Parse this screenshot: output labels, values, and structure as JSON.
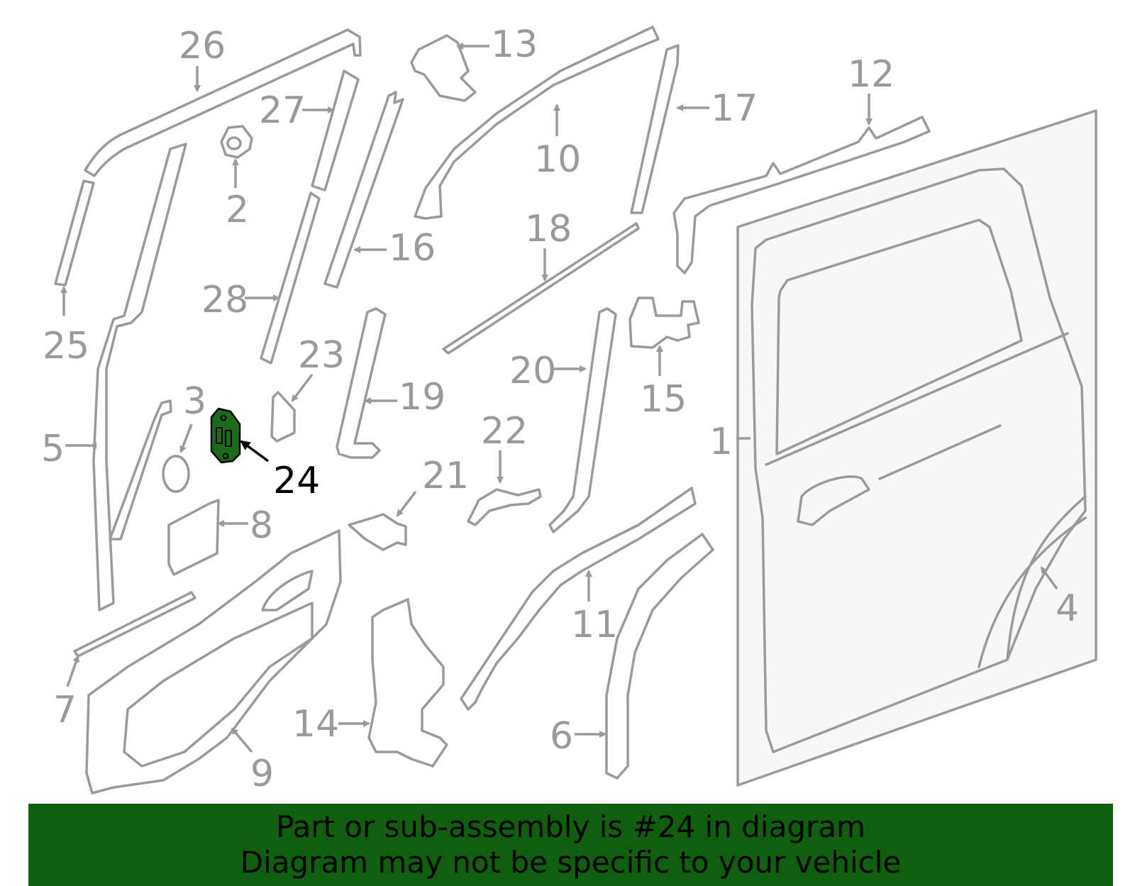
{
  "highlight_color": "#1b6b1b",
  "banner_color": "#0f5f0f",
  "part_color": "#9a9a9a",
  "callouts": {
    "c1": "1",
    "c2": "2",
    "c3": "3",
    "c4": "4",
    "c5": "5",
    "c6": "6",
    "c7": "7",
    "c8": "8",
    "c9": "9",
    "c10": "10",
    "c11": "11",
    "c12": "12",
    "c13": "13",
    "c14": "14",
    "c15": "15",
    "c16": "16",
    "c17": "17",
    "c18": "18",
    "c19": "19",
    "c20": "20",
    "c21": "21",
    "c22": "22",
    "c23": "23",
    "c24": "24",
    "c25": "25",
    "c26": "26",
    "c27": "27",
    "c28": "28"
  },
  "highlighted_part": "24",
  "banner": {
    "line1": "Part or sub-assembly is #24 in diagram",
    "line2": "Diagram may not be specific to your vehicle"
  }
}
